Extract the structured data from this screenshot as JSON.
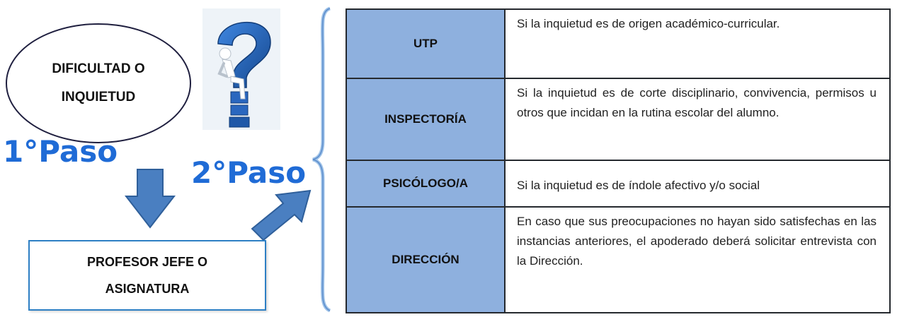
{
  "ellipse": {
    "label": "DIFICULTAD O INQUIETUD"
  },
  "step1": {
    "label": "1°Paso"
  },
  "step2": {
    "label": "2°Paso"
  },
  "teacher_box": {
    "label": "PROFESOR JEFE O ASIGNATURA"
  },
  "table": {
    "rows": [
      {
        "role": "UTP",
        "description": "Si la inquietud es de origen académico-curricular."
      },
      {
        "role": "INSPECTORÍA",
        "description": "Si la inquietud es de corte disciplinario, convivencia, permisos u otros que incidan en la rutina escolar del alumno."
      },
      {
        "role": "PSICÓLOGO/A",
        "description": "Si la inquietud es de índole afectivo y/o social"
      },
      {
        "role": "DIRECCIÓN",
        "description": "En caso que sus preocupaciones no hayan sido satisfechas en las instancias anteriores, el apoderado deberá solicitar entrevista con la Dirección."
      }
    ]
  },
  "colors": {
    "arrow": "#4a7fc1",
    "arrow_border": "#2f5f9a",
    "table_label_bg": "#8eb0de",
    "step_text": "#1f6bd6",
    "question_mark": "#1f5fb4"
  },
  "icons": {
    "figure": "question-mark-thinker-icon"
  }
}
